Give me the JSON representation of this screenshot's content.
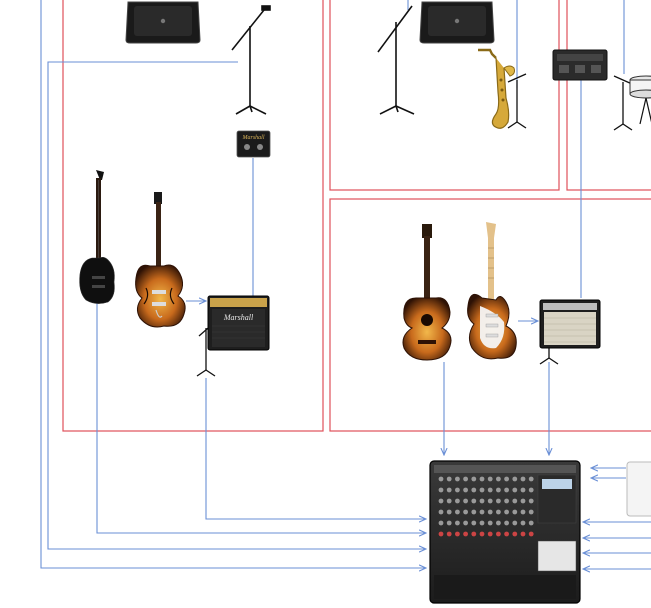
{
  "diagram": {
    "kind": "stage-plot",
    "colors": {
      "zone_border": "#e0505a",
      "cable": "#6a8fd6",
      "background": "#ffffff",
      "amp_body": "#1e1e1e",
      "amp_gold": "#c9a24a",
      "sunburst_dark": "#3a1a08",
      "sunburst_light": "#e7a63a"
    },
    "zones": [
      {
        "id": "zone-left",
        "label": ""
      },
      {
        "id": "zone-top-middle",
        "label": ""
      },
      {
        "id": "zone-top-right",
        "label": ""
      },
      {
        "id": "zone-right",
        "label": ""
      }
    ],
    "equipment": [
      {
        "id": "monitor-left",
        "icon": "stage-monitor-icon"
      },
      {
        "id": "monitor-middle",
        "icon": "stage-monitor-icon"
      },
      {
        "id": "mic-stand-vocal-left",
        "icon": "mic-stand-icon"
      },
      {
        "id": "mic-stand-vocal-middle",
        "icon": "mic-stand-icon"
      },
      {
        "id": "mic-stand-sax",
        "icon": "mic-stand-icon"
      },
      {
        "id": "mic-stand-drums",
        "icon": "mic-stand-icon"
      },
      {
        "id": "footswitch",
        "icon": "footswitch-icon"
      },
      {
        "id": "bass-guitar",
        "icon": "bass-guitar-icon"
      },
      {
        "id": "semi-hollow-guitar",
        "icon": "electric-guitar-icon"
      },
      {
        "id": "guitar-amp-left",
        "icon": "guitar-amp-icon",
        "brand": "Marshall"
      },
      {
        "id": "mic-stand-amp-left",
        "icon": "mic-stand-icon"
      },
      {
        "id": "saxophone",
        "icon": "saxophone-icon"
      },
      {
        "id": "effects-processor",
        "icon": "effects-pedal-icon"
      },
      {
        "id": "snare-drum",
        "icon": "snare-drum-icon"
      },
      {
        "id": "acoustic-guitar",
        "icon": "acoustic-guitar-icon"
      },
      {
        "id": "stratocaster-guitar",
        "icon": "electric-guitar-icon"
      },
      {
        "id": "guitar-amp-right",
        "icon": "guitar-amp-icon"
      },
      {
        "id": "mic-stand-amp-right",
        "icon": "mic-stand-icon"
      },
      {
        "id": "mixing-console",
        "icon": "mixer-icon"
      },
      {
        "id": "device-right-edge",
        "icon": "device-icon"
      }
    ],
    "amp_badges": {
      "footswitch": "Marshall",
      "guitar_amp_left": "Marshall"
    },
    "connections": [
      {
        "from": "mic-stand-vocal-left",
        "to": "mixing-console",
        "arrow": true
      },
      {
        "from": "footswitch",
        "to": "guitar-amp-left",
        "arrow": false
      },
      {
        "from": "semi-hollow-guitar",
        "to": "guitar-amp-left",
        "arrow": true
      },
      {
        "from": "bass-guitar",
        "to": "mixing-console",
        "arrow": true
      },
      {
        "from": "mic-stand-amp-left",
        "to": "mixing-console",
        "arrow": true
      },
      {
        "from": "stratocaster-guitar",
        "to": "guitar-amp-right",
        "arrow": true
      },
      {
        "from": "effects-processor",
        "to": "guitar-amp-right",
        "arrow": false
      },
      {
        "from": "acoustic-guitar",
        "to": "mixing-console",
        "arrow": true
      },
      {
        "from": "mic-stand-amp-right",
        "to": "mixing-console",
        "arrow": true
      },
      {
        "from": "device-right-edge",
        "to": "mixing-console",
        "arrow": true
      }
    ]
  }
}
